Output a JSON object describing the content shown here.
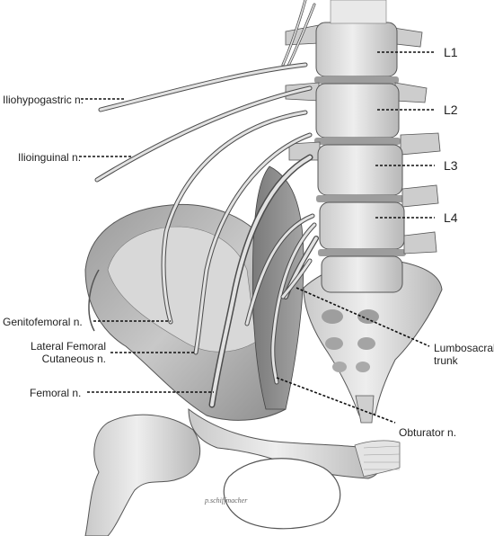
{
  "labels": {
    "iliohypogastric": "Iliohypogastric n.",
    "ilioinguinal": "Ilioinguinal n.",
    "genitofemoral": "Genitofemoral n.",
    "lateral_femoral_cutaneous": "Lateral Femoral\nCutaneous n.",
    "femoral": "Femoral n.",
    "l1": "L1",
    "l2": "L2",
    "l3": "L3",
    "l4": "L4",
    "lumbosacral_trunk": "Lumbosacral\ntrunk",
    "obturator": "Obturator n."
  },
  "signature": "p.schiffmacher",
  "colors": {
    "background": "#ffffff",
    "bone_light": "#eeeeee",
    "bone_shadow": "#b7b7b7",
    "nerve_outline": "#4c4c4c",
    "leader_line": "#111111",
    "text": "#222222"
  }
}
